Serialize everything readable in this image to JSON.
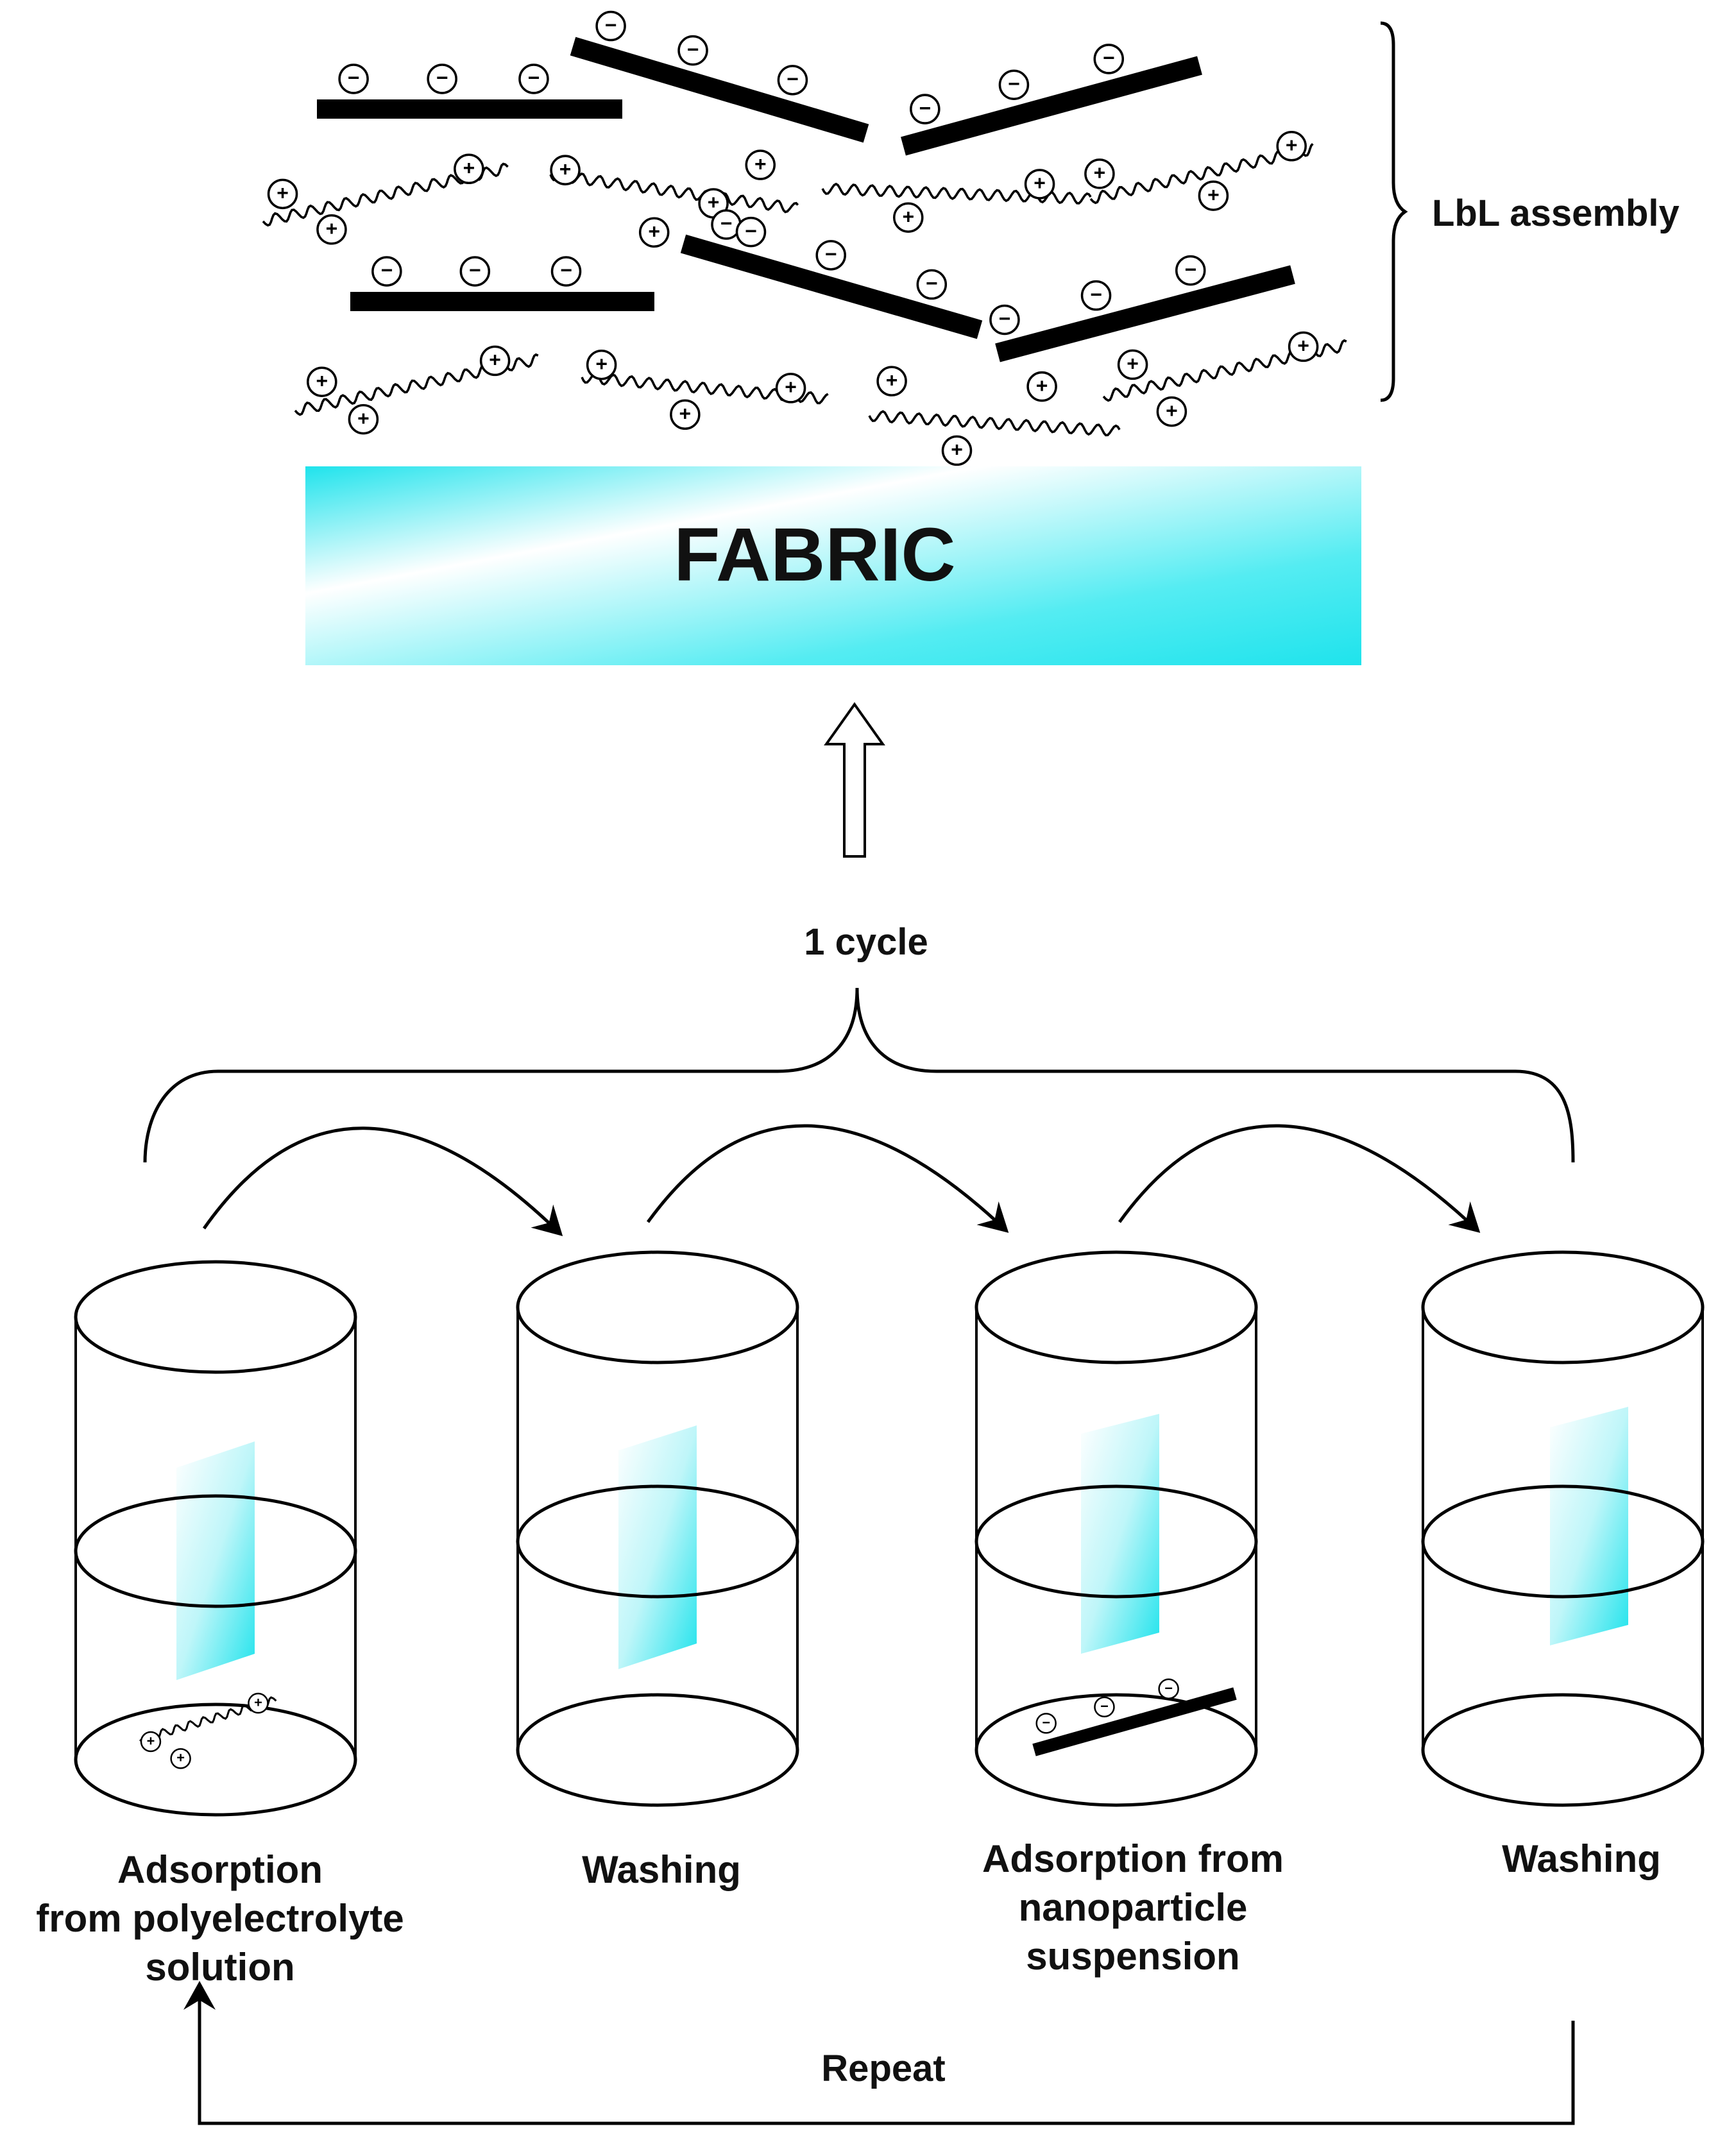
{
  "diagram": {
    "fabric_label": "FABRIC",
    "assembly_label": "LbL assembly",
    "cycle_label": "1 cycle",
    "repeat_label": "Repeat",
    "charges": {
      "negative": "−",
      "positive": "+"
    },
    "colors": {
      "fabric": "#22e8ef",
      "line": "#000000",
      "background": "#ffffff"
    },
    "steps": [
      {
        "lines": [
          "Adsorption",
          "from polyelectrolyte",
          "solution"
        ],
        "contents": "polyelectrolyte"
      },
      {
        "lines": [
          "Washing"
        ],
        "contents": "none"
      },
      {
        "lines": [
          "Adsorption from",
          "nanoparticle",
          "suspension"
        ],
        "contents": "nanoparticle"
      },
      {
        "lines": [
          "Washing"
        ],
        "contents": "none"
      }
    ]
  }
}
